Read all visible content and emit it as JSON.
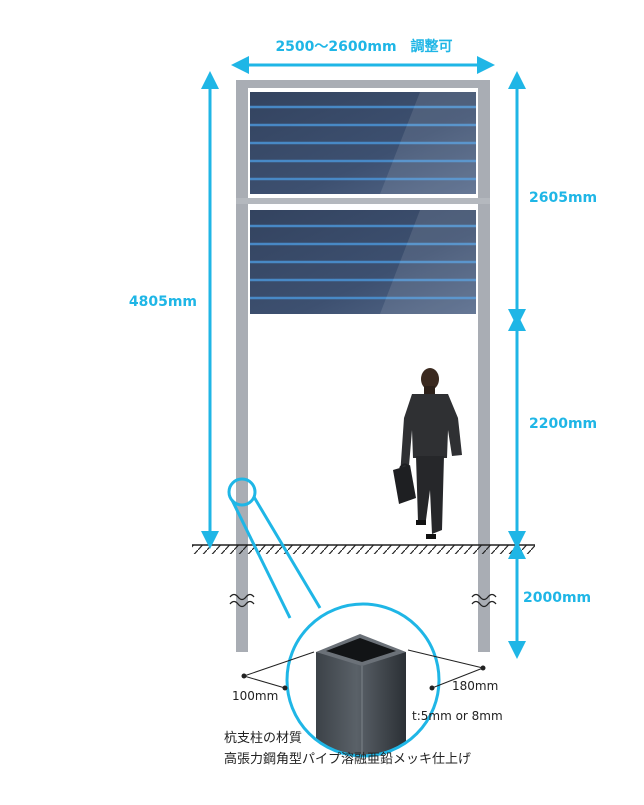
{
  "dimensions": {
    "width": "2500〜2600mm　調整可",
    "total_height": "4805mm",
    "sign_height": "2605mm",
    "clearance": "2200mm",
    "embedment": "2000mm"
  },
  "pipe_callout": {
    "depth": "100mm",
    "width": "180mm",
    "thickness": "t:5mm or 8mm"
  },
  "material": {
    "label": "杭支柱の材質",
    "description": "高張力鋼角型パイプ溶融亜鉛メッキ仕上げ"
  },
  "colors": {
    "dimension_line": "#1fb6e6",
    "post": "#a9adb4",
    "panel": "#3e5070",
    "panel_stripe": "#4a90d0"
  }
}
